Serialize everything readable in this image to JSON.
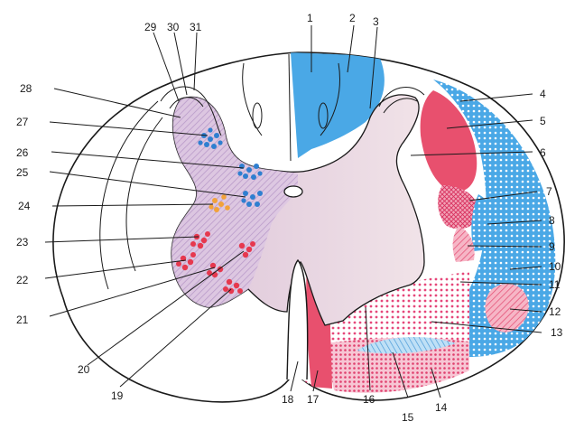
{
  "labels": [
    "1",
    "2",
    "3",
    "4",
    "5",
    "6",
    "7",
    "8",
    "9",
    "10",
    "11",
    "12",
    "13",
    "14",
    "15",
    "16",
    "17",
    "18",
    "19",
    "20",
    "21",
    "22",
    "23",
    "24",
    "25",
    "26",
    "27",
    "28",
    "29",
    "30",
    "31"
  ],
  "colors": {
    "blue": "#4aa8e6",
    "dot_blue": "#2f7fd0",
    "red": "#e8506e",
    "pink_dot": "#e6477a",
    "gray_matter_right": "#ead7de",
    "gray_matter_left": "#cdb3d8",
    "orange": "#f2a23a",
    "outline": "#1a1a1a"
  }
}
